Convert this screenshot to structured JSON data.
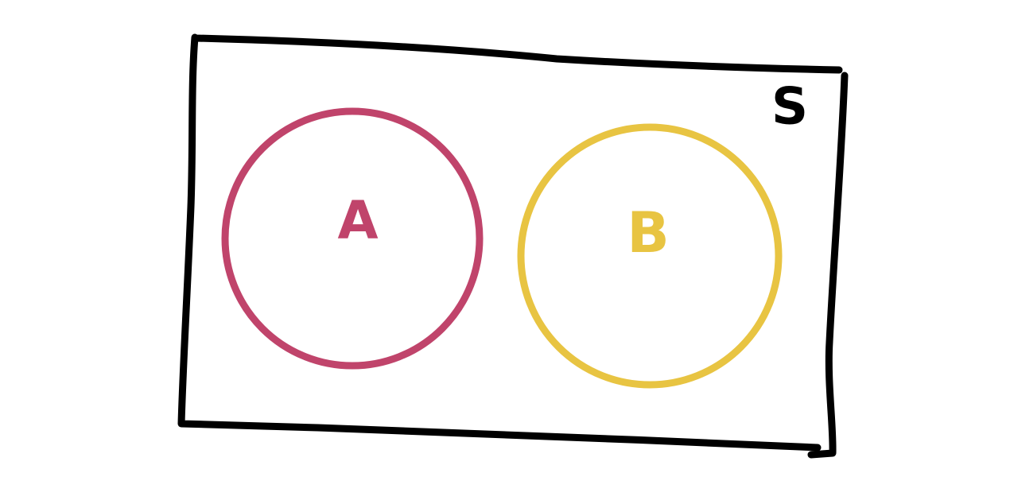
{
  "diagram": {
    "type": "venn",
    "universe": {
      "label": "S",
      "color": "#000000"
    },
    "sets": [
      {
        "label": "A",
        "color": "#C0446B"
      },
      {
        "label": "B",
        "color": "#E8C442"
      }
    ],
    "overlap": false
  }
}
